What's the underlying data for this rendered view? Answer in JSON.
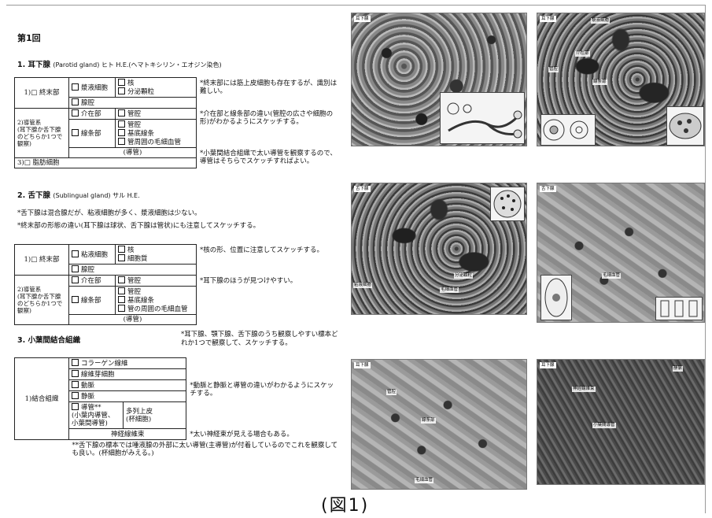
{
  "lecture_title": "第1回",
  "section1": {
    "num": "1.",
    "title_jp": "耳下腺",
    "title_sub": "(Parotid gland) ヒト H.E.(ヘマトキシリン・エオジン染色)",
    "rows": {
      "r1_label": "1)□ 終末部",
      "r1_cell": "漿液細胞",
      "r1_items": [
        "核",
        "分泌顆粒"
      ],
      "r1_note": "*終末部には筋上皮細胞も存在するが、識別は難しい。",
      "r2_cell": "腺腔",
      "r3_label": "2)導管系\n(耳下腺か舌下腺のどちらか1つで観察)",
      "r3_cell": "介在部",
      "r3_items": [
        "管腔"
      ],
      "r3_note": "*介在部と線条部の違い(管腔の広さや細胞の形)がわかるようにスケッチする。",
      "r4_cell": "線条部",
      "r4_items": [
        "管腔",
        "基底線条",
        "管周囲の毛細血管"
      ],
      "r5_cell": "(導管)",
      "r5_note": "*小葉間結合組織で太い導管を観察するので、導管はそちらでスケッチすればよい。",
      "r6_label": "3)□ 脂肪細胞"
    }
  },
  "section2": {
    "num": "2.",
    "title_jp": "舌下腺",
    "title_sub": "(Sublingual gland) サル H.E.",
    "notes": [
      "*舌下腺は混合腺だが、粘液細胞が多く、漿液細胞は少ない。",
      "*終末部の形態の違い(耳下腺は球状、舌下腺は管状)にも注意してスケッチする。"
    ],
    "rows": {
      "r1_label": "1)□ 終末部",
      "r1_cell": "粘液細胞",
      "r1_items": [
        "核",
        "細胞質"
      ],
      "r1_note": "*核の形、位置に注意してスケッチする。",
      "r2_cell": "腺腔",
      "r3_label": "2)導管系\n(耳下腺か舌下腺のどちらか1つで観察)",
      "r3_cell": "介在部",
      "r3_items": [
        "管腔"
      ],
      "r3_note": "*耳下腺のほうが見つけやすい。",
      "r4_cell": "線条部",
      "r4_items": [
        "管腔",
        "基底線条",
        "管の周囲の毛細血管"
      ],
      "r5_cell": "(導管)"
    }
  },
  "section3": {
    "num": "3.",
    "title_jp": "小葉間結合組織",
    "head_note": "*耳下腺、顎下腺、舌下腺のうち観察しやすい標本どれか1つで観察して、スケッチする。",
    "rows": {
      "label": "1)結合組織",
      "items": [
        "コラーゲン線維",
        "線維芽細胞",
        "動脈",
        "静脈"
      ],
      "vessel_note": "*動脈と静脈と導管の違いがわかるようにスケッチする。",
      "duct": "導管**\n(小葉内導管、\n小葉間導管)",
      "duct_epi": "多列上皮\n(杯細胞)",
      "nerve": "神経線維束",
      "nerve_note": "*太い神経束が見える場合もある。",
      "foot_note": "**舌下腺の標本では唾液腺の外部に太い導管(主導管)が付着しているのでこれを観察しても良い。(杯細胞がみえる。)"
    }
  },
  "images": {
    "p1_label": "耳下腺",
    "p2_label": "耳下腺",
    "p2_tags": [
      "漿液細胞",
      "介在部",
      "線条部",
      "管腔"
    ],
    "p3_label": "舌下腺",
    "p3_tags": [
      "粘液細胞",
      "分泌顆粒",
      "毛細血管"
    ],
    "p4_label": "舌下腺",
    "p4_tags": [
      "毛細血管"
    ],
    "p5_label": "耳下腺",
    "p5_tags": [
      "管腔",
      "線条部",
      "毛細血管"
    ],
    "p6_label": "耳下腺",
    "p6_tags": [
      "神経線維束",
      "静脈",
      "小葉間導管"
    ]
  },
  "caption": "(図1)"
}
